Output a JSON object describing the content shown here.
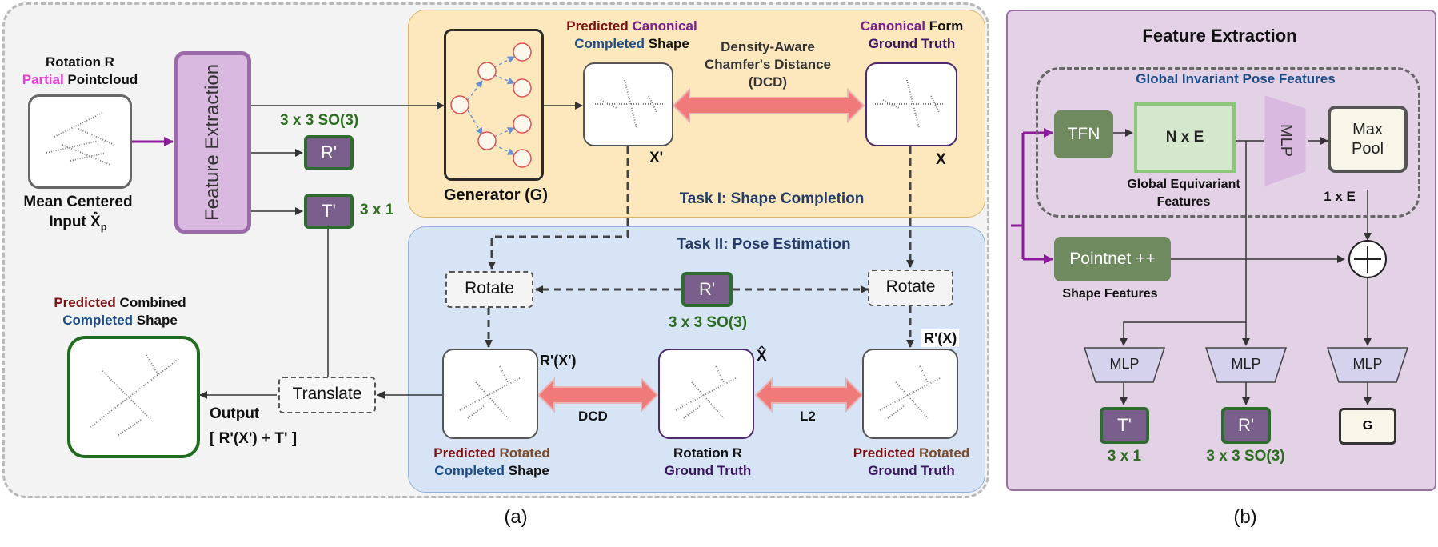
{
  "panel_a": {
    "input": {
      "line1": "Rotation R",
      "line2_a": "Partial",
      "line2_b": " Pointcloud",
      "below1": "Mean Centered",
      "below2": "Input X̂",
      "below2_sub": "p"
    },
    "feature_extraction": "Feature Extraction",
    "so3_label": "3 x 3  SO(3)",
    "r_prime": "R'",
    "t_prime": "T'",
    "t_dim": "3 x 1",
    "generator_label": "Generator (G)",
    "pred_canonical": {
      "a": "Predicted ",
      "b": "Canonical",
      "c": "Completed",
      "d": " Shape"
    },
    "dcd_long": {
      "l1": "Density-Aware",
      "l2": "Chamfer's Distance",
      "l3": "(DCD)"
    },
    "canonical_gt": {
      "a": "Canonical",
      "b": " Form",
      "c": "Ground Truth"
    },
    "x_prime": "X'",
    "x": "X",
    "task1": "Task I: Shape Completion",
    "task2": "Task II: Pose Estimation",
    "rotate": "Rotate",
    "r_prime_mid": "R'",
    "so3_mid": "3 x 3 SO(3)",
    "r_x_prime": "R'(X')",
    "x_hat": "X̂",
    "r_x": "R'(X)",
    "dcd": "DCD",
    "l2": "L2",
    "translate": "Translate",
    "output": "Output",
    "output_formula": "[ R'(X') + T' ]",
    "pred_combined": {
      "a": "Predicted",
      "b": " Combined",
      "c": "Completed",
      "d": " Shape"
    },
    "pred_rotated_left": {
      "a": "Predicted",
      "b": " Rotated",
      "c": "Completed",
      "d": " Shape"
    },
    "rotation_gt": {
      "a": "Rotation R",
      "b": "Ground Truth"
    },
    "pred_rotated_gt": {
      "a": "Predicted",
      "b": " Rotated",
      "c": "Ground Truth"
    },
    "caption": "(a)"
  },
  "panel_b": {
    "title": "Feature Extraction",
    "global_invariant": "Global Invariant Pose Features",
    "tfn": "TFN",
    "nxe": "N x E",
    "global_equivariant": {
      "l1": "Global Equivariant",
      "l2": "Features"
    },
    "mlp": "MLP",
    "max_pool": {
      "l1": "Max",
      "l2": "Pool"
    },
    "one_x_e": "1 x E",
    "pointnet": "Pointnet ++",
    "shape_features": "Shape Features",
    "t_prime": "T'",
    "r_prime": "R'",
    "g": "G",
    "t_dim": "3 x 1",
    "so3": "3 x 3 SO(3)",
    "caption": "(b)"
  },
  "colors": {
    "green": "#2c6e1f",
    "purple": "#7b1d8f",
    "blue": "#1a4d88",
    "pink_arrow": "#f07a7a",
    "lavender": "#d9b9df"
  }
}
